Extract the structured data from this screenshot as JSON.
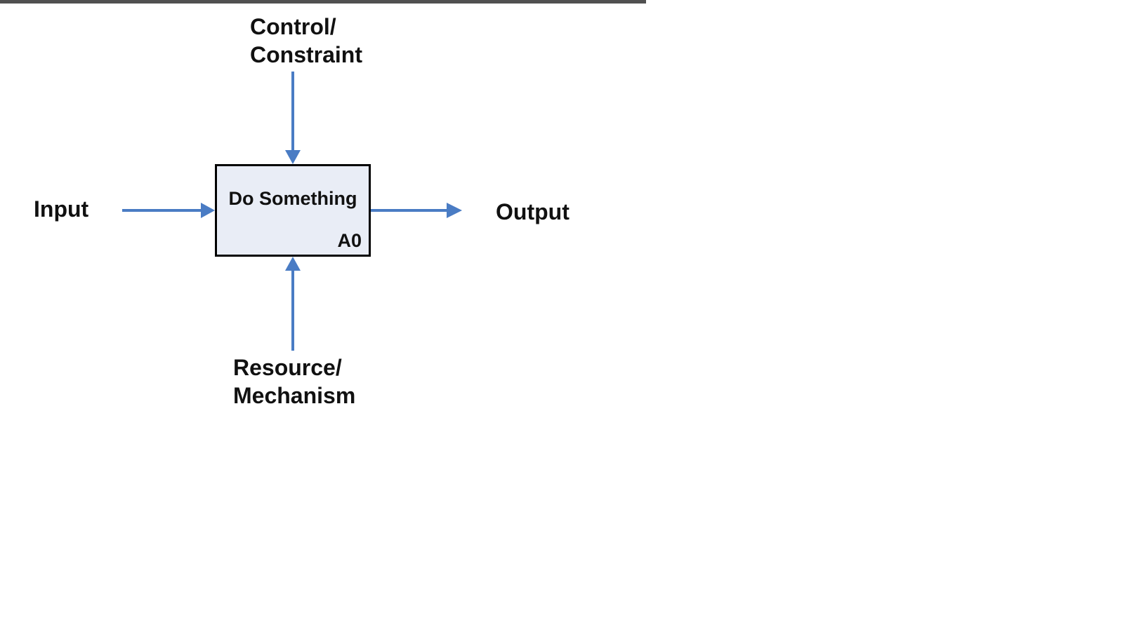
{
  "diagram": {
    "control_label_line1": "Control/",
    "control_label_line2": "Constraint",
    "input_label": "Input",
    "output_label": "Output",
    "resource_label_line1": "Resource/",
    "resource_label_line2": "Mechanism",
    "activity": {
      "title": "Do Something",
      "id": "A0"
    },
    "colors": {
      "arrow": "#4a7cc4",
      "box_fill": "#e9edf6",
      "box_border": "#000000"
    }
  }
}
